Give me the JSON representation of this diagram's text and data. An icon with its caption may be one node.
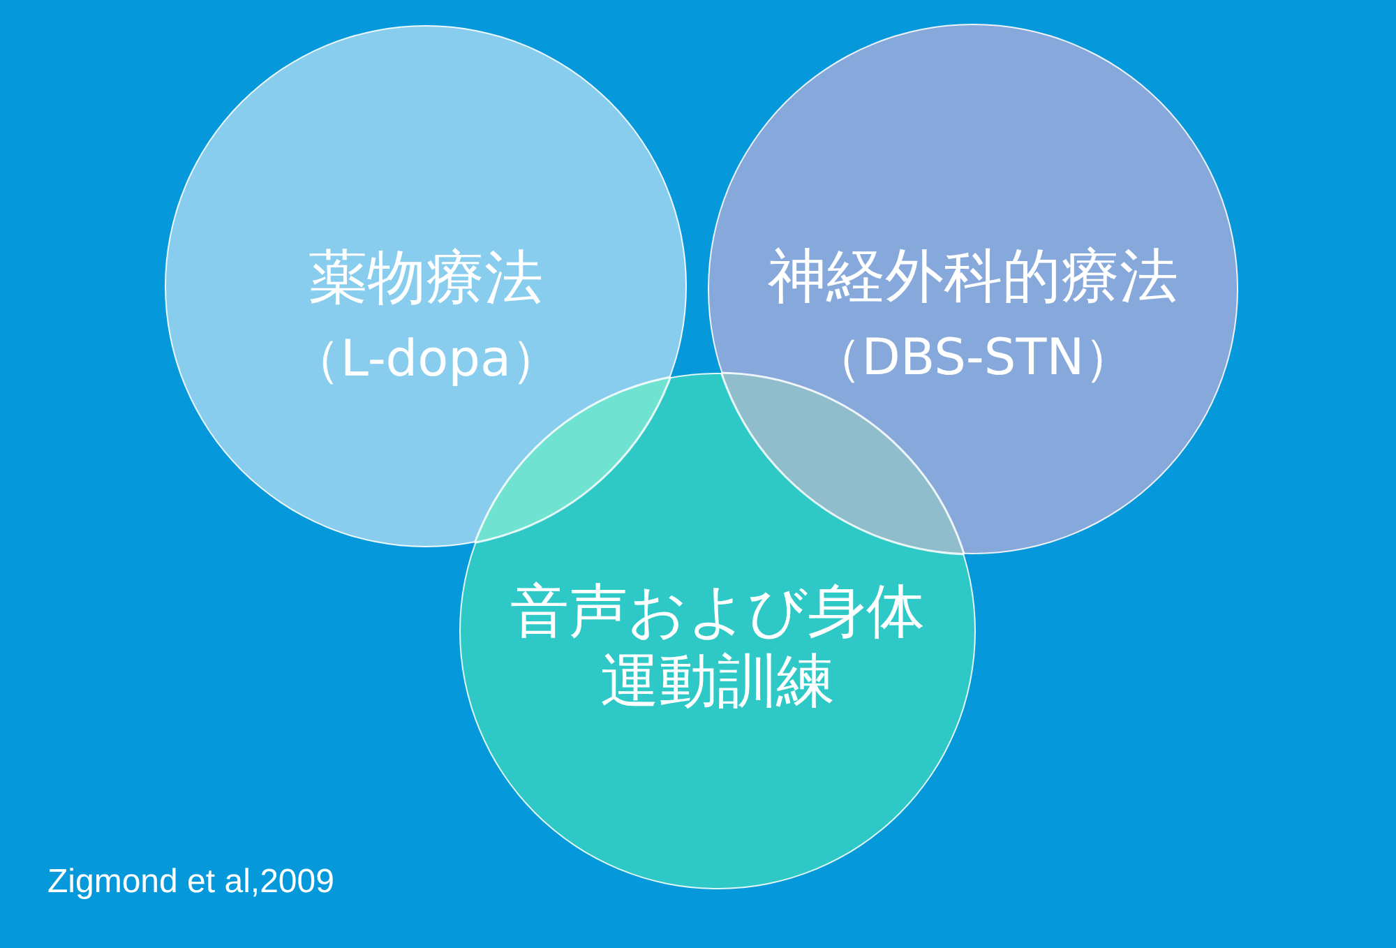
{
  "diagram": {
    "nodes": [
      {
        "text": [
          "薬物療法",
          "（L-dopa）"
        ]
      },
      {
        "text": [
          "神経外科的療法",
          "（DBS-STN）"
        ]
      },
      {
        "text": [
          "音声および身体運動訓練"
        ]
      }
    ],
    "labels": [
      "Zigmond et al,2009"
    ]
  }
}
